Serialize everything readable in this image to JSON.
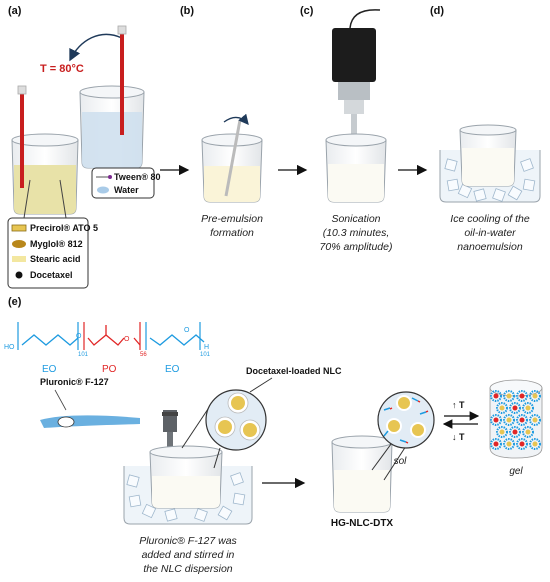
{
  "panels": {
    "a": "(a)",
    "b": "(b)",
    "c": "(c)",
    "d": "(d)",
    "e": "(e)"
  },
  "temperature": "T = 80°C",
  "legend_water": {
    "tween": "Tween® 80",
    "water": "Water"
  },
  "legend_oil": {
    "precirol": "Precirol® ATO 5",
    "myglyol": "Myglol® 812",
    "stearic": "Stearic acid",
    "docetaxel": "Docetaxel"
  },
  "captions": {
    "b1": "Pre-emulsion",
    "b2": "formation",
    "c1": "Sonication",
    "c2": "(10.3 minutes,",
    "c3": "70% amplitude)",
    "d1": "Ice cooling of the",
    "d2": "oil-in-water",
    "d3": "nanoemulsion"
  },
  "polymer": {
    "ho": "HO",
    "h": "H",
    "sub1": "101",
    "sub2": "56",
    "sub3": "101",
    "eo1": "EO",
    "po": "PO",
    "eo2": "EO"
  },
  "pluronic_label": "Pluronic® F-127",
  "nlc_label": "Docetaxel-loaded NLC",
  "bottom": {
    "cap1": "Pluronic® F-127 was",
    "cap2": "added and stirred in",
    "cap3": "the NLC dispersion",
    "product": "HG-NLC-DTX",
    "sol": "sol",
    "gel": "gel",
    "up_t": "↑ T",
    "down_t": "↓ T"
  },
  "colors": {
    "eo": "#1e9be0",
    "po": "#e12626",
    "temp": "#c81e1e",
    "oil": "#e8e2a8",
    "water": "#cfe0ee"
  }
}
